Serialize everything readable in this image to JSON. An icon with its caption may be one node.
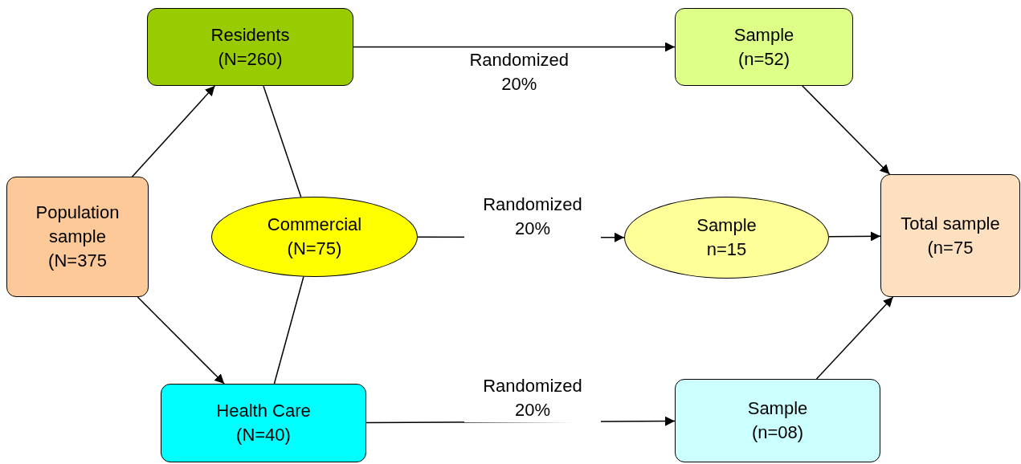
{
  "diagram": {
    "nodes": [
      {
        "text": [
          "Population sample",
          "(N=375"
        ]
      },
      {
        "text": [
          "Residents",
          "(N=260)"
        ]
      },
      {
        "text": [
          "Commercial",
          "(N=75)"
        ]
      },
      {
        "text": [
          "Health Care",
          "(N=40)"
        ]
      },
      {
        "text": [
          "Sample",
          "(n=52)"
        ]
      },
      {
        "text": [
          "Sample",
          "n=15"
        ]
      },
      {
        "text": [
          "Sample",
          "(n=08)"
        ]
      },
      {
        "text": [
          "Total sample",
          "(n=75"
        ]
      }
    ],
    "edges": [
      {
        "from": 0,
        "to": 1,
        "arrow": "to"
      },
      {
        "from": 0,
        "to": 3,
        "arrow": "to"
      },
      {
        "from": 1,
        "to": 2,
        "arrow": "none"
      },
      {
        "from": 3,
        "to": 2,
        "arrow": "none"
      },
      {
        "from": 1,
        "to": 4,
        "arrow": "to",
        "label": "Randomized 20%"
      },
      {
        "from": 2,
        "to": 5,
        "arrow": "to",
        "label": "Randomized 20%"
      },
      {
        "from": 3,
        "to": 6,
        "arrow": "to",
        "label": "Randomized 20%"
      },
      {
        "from": 4,
        "to": 7,
        "arrow": "to"
      },
      {
        "from": 5,
        "to": 7,
        "arrow": "to"
      },
      {
        "from": 6,
        "to": 7,
        "arrow": "to"
      }
    ]
  }
}
